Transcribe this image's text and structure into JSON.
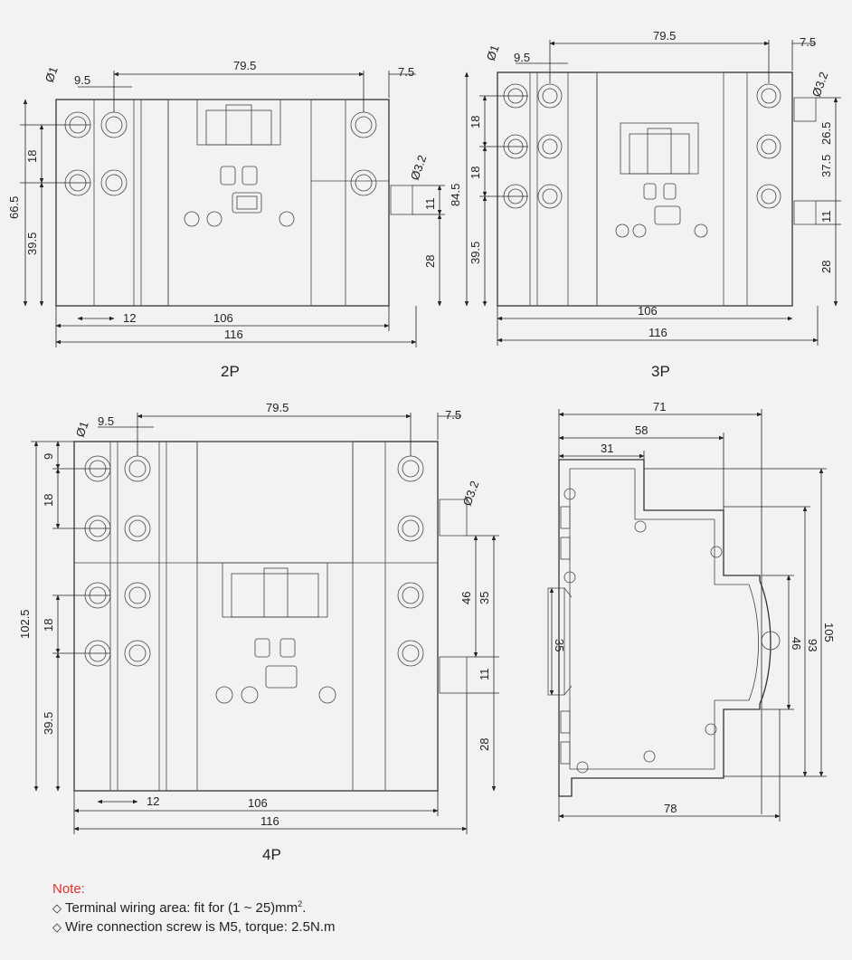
{
  "views": {
    "p2": {
      "caption": "2P",
      "dims": {
        "top_total": "79.5",
        "top_left": "9.5",
        "top_right": "7.5",
        "hole": "Ø1",
        "hole2": "Ø3.2",
        "h_total": "66.5",
        "h_upper": "18",
        "h_lower": "39.5",
        "r_upper": "11",
        "r_lower": "28",
        "w_screw": "12",
        "w_inner": "106",
        "w_total": "116"
      }
    },
    "p3": {
      "caption": "3P",
      "dims": {
        "top_total": "79.5",
        "top_left": "9.5",
        "top_right": "7.5",
        "hole": "Ø1",
        "hole2": "Ø3.2",
        "h_total": "84.5",
        "h_upper1": "18",
        "h_upper2": "18",
        "h_lower": "39.5",
        "r_a": "37.5",
        "r_b": "26.5",
        "r_c": "11",
        "r_d": "28",
        "w_inner": "106",
        "w_total": "116"
      }
    },
    "p4": {
      "caption": "4P",
      "dims": {
        "top_total": "79.5",
        "top_left": "9.5",
        "top_right": "7.5",
        "hole": "Ø1",
        "hole2": "Ø3.2",
        "h_total": "102.5",
        "h_a": "9",
        "h_b": "18",
        "h_c": "18",
        "h_d": "39.5",
        "r_a": "46",
        "r_b": "35",
        "r_c": "11",
        "r_d": "28",
        "w_screw": "12",
        "w_inner": "106",
        "w_total": "116"
      }
    },
    "side": {
      "dims": {
        "top1": "71",
        "top2": "58",
        "top3": "31",
        "rail": "35",
        "v1": "105",
        "v2": "93",
        "v3": "46",
        "bottom": "78"
      }
    }
  },
  "note": {
    "title": "Note:",
    "line1": "Terminal wiring area: fit for  (1 ~ 25)mm",
    "line1_sup": "2",
    "line1_end": ".",
    "line2": "Wire connection screw is M5, torque: 2.5N.m",
    "bullet": "◇"
  }
}
